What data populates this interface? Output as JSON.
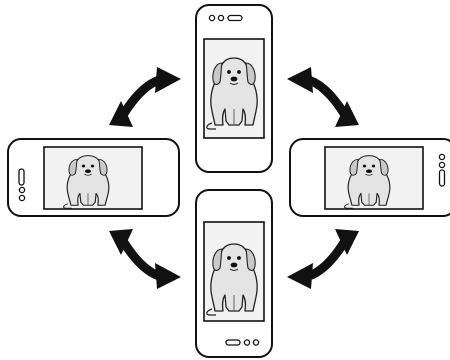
{
  "diagram": {
    "phones": [
      {
        "id": "phone-top",
        "orientation": "portrait"
      },
      {
        "id": "phone-left",
        "orientation": "landscape"
      },
      {
        "id": "phone-right",
        "orientation": "landscape"
      },
      {
        "id": "phone-bottom",
        "orientation": "portrait-upside-down"
      }
    ],
    "arrows": [
      {
        "id": "rotate-arrow-top-left",
        "direction": "double-headed-curved"
      },
      {
        "id": "rotate-arrow-top-right",
        "direction": "double-headed-curved"
      },
      {
        "id": "rotate-arrow-bottom-left",
        "direction": "double-headed-curved"
      },
      {
        "id": "rotate-arrow-bottom-right",
        "direction": "double-headed-curved"
      }
    ],
    "screen_image": "puppy-illustration",
    "colors": {
      "outline": "#111111",
      "arrow": "#111111",
      "screen_bg": "#f2f2f2",
      "phone_body": "#ffffff",
      "dog_fill": "#e4e4e4"
    }
  }
}
